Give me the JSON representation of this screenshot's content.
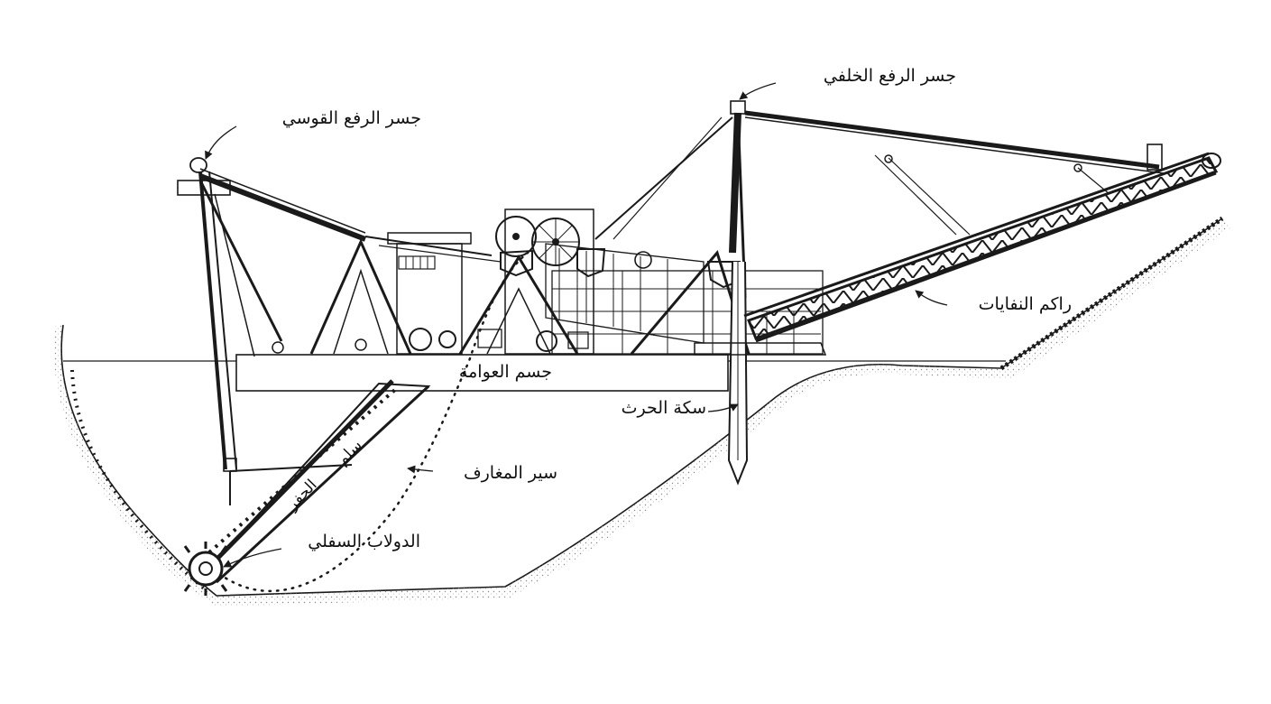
{
  "labels": {
    "arch_lifting_bridge": "جسر الرفع القوسي",
    "rear_lifting_bridge": "جسر الرفع الخلفي",
    "tailings_stacker": "راكم النفايات",
    "pontoon_hull": "جسم العوامة",
    "spud": "سكة الحرث",
    "bucket_line": "سير المغارف",
    "digging_ladder_line1": "سلم",
    "digging_ladder_line2": "الحفر",
    "lower_tumbler": "الدولاب السفلي"
  },
  "colors": {
    "ink": "#1a1a1a",
    "background": "#ffffff",
    "ground_stipple": "#9a9a9a"
  }
}
